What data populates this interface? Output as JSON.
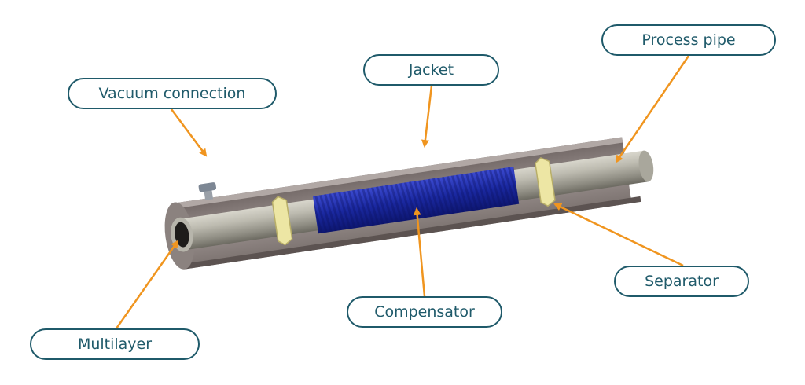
{
  "labels": {
    "vacuum_connection": "Vacuum connection",
    "jacket": "Jacket",
    "process_pipe": "Process pipe",
    "separator": "Separator",
    "compensator": "Compensator",
    "multilayer": "Multilayer"
  },
  "colors": {
    "callout_border": "#1f5a6a",
    "callout_text": "#1f5a6a",
    "arrow": "#f0951f",
    "jacket": "#8a817e",
    "process_pipe": "#b8b6ac",
    "compensator": "#1f2fa8",
    "separator": "#ede6a4"
  }
}
